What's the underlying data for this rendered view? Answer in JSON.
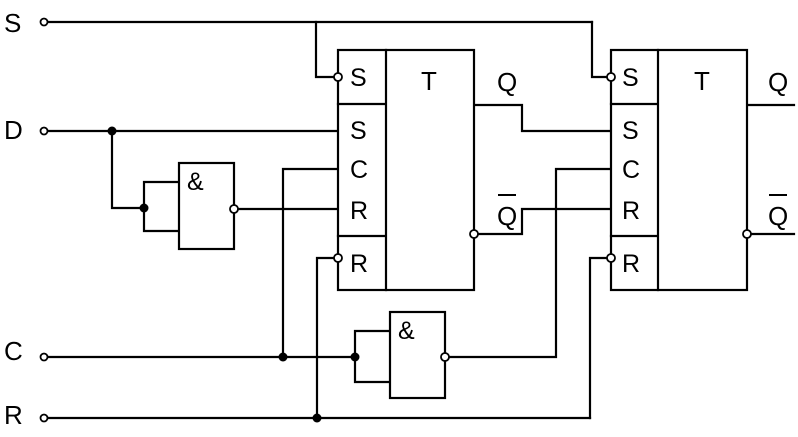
{
  "inputs": {
    "s": "S",
    "d": "D",
    "c": "C",
    "r": "R"
  },
  "flipflop1": {
    "title": "T",
    "pin_s_async": "S",
    "pin_s": "S",
    "pin_c": "C",
    "pin_r": "R",
    "pin_r_async": "R",
    "out_q": "Q",
    "out_qbar": "Q"
  },
  "flipflop2": {
    "title": "T",
    "pin_s_async": "S",
    "pin_s": "S",
    "pin_c": "C",
    "pin_r": "R",
    "pin_r_async": "R",
    "out_q": "Q",
    "out_qbar": "Q"
  },
  "gate1": {
    "symbol": "&"
  },
  "gate2": {
    "symbol": "&"
  }
}
